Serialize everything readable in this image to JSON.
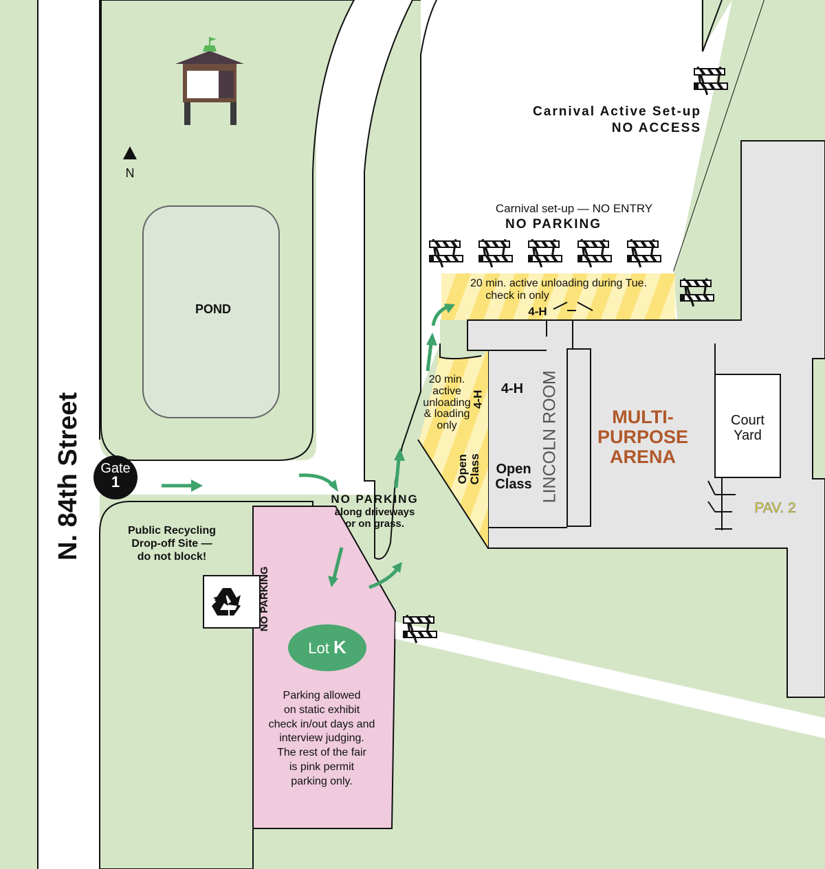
{
  "title": "Gate 1 / Lot K area map",
  "colors": {
    "grass": "#d5e6c7",
    "road": "#ffffff",
    "building": "#e5e5e5",
    "lot_pink": "#efcbdd",
    "loading_yellow": "#fbe37a",
    "loading_yellow_light": "#fdf2b8",
    "arrow_green": "#3ea36b",
    "lot_badge_green": "#4aa870",
    "arena_text": "#b0582a",
    "pav_text": "#f4ea3c",
    "pond_fill": "#dbe6d6"
  },
  "street": {
    "name": "N. 84th Street"
  },
  "compass": {
    "icon": "north-arrow-icon",
    "label": "N"
  },
  "pond": {
    "label": "POND"
  },
  "gate": {
    "line1": "Gate",
    "line2": "1"
  },
  "carnival_top": {
    "line1": "Carnival Active Set-up",
    "line2": "NO ACCESS"
  },
  "carnival_mid": {
    "line1": "Carnival set-up — NO ENTRY",
    "line2": "NO PARKING"
  },
  "unloading_top": {
    "line1": "20 min. active unloading during Tue.",
    "line2": "check in only"
  },
  "unloading_side": {
    "lines": [
      "20 min.",
      "active",
      "unloading",
      "& loading",
      "only"
    ]
  },
  "no_parking_driveways": {
    "line1": "NO PARKING",
    "line2": "along driveways",
    "line3": "or on grass."
  },
  "recycling": {
    "line1": "Public Recycling",
    "line2": "Drop-off Site —",
    "line3": "do not block!",
    "sign": "NO PARKING",
    "icon": "recycle-icon"
  },
  "lot": {
    "badge_prefix": "Lot",
    "badge_letter": "K",
    "description": [
      "Parking allowed",
      "on static exhibit",
      "check in/out days and",
      "interview judging.",
      "The rest of the fair",
      "is pink permit",
      "parking only."
    ]
  },
  "buildings": {
    "four_h_top": "4-H",
    "four_h_side": "4-H",
    "four_h_room": "4-H",
    "open_class_side": [
      "Open",
      "Class"
    ],
    "open_class_room": [
      "Open",
      "Class"
    ],
    "lincoln_room": "LINCOLN ROOM",
    "arena": [
      "MULTI-",
      "PURPOSE",
      "ARENA"
    ],
    "court_yard": [
      "Court",
      "Yard"
    ],
    "pavilion": "PAV. 2"
  },
  "barricades": {
    "icon": "barricade-icon",
    "count": 8
  }
}
